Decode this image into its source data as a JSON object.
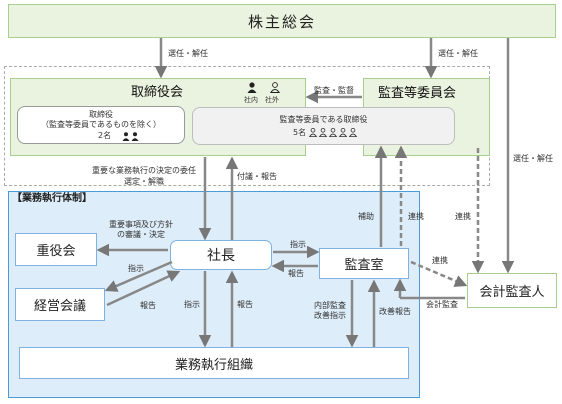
{
  "shareholders": "株主総会",
  "board": {
    "title": "取締役会",
    "icon_label_inside": "社内",
    "icon_label_outside": "社外",
    "directors_line1": "取締役",
    "directors_line2": "（監査等委員であるものを除く）",
    "directors_count": "2名",
    "audit_directors_title": "監査等委員である取締役",
    "audit_directors_count": "5名"
  },
  "audit_committee": "監査等委員会",
  "execution_header": "【業務執行体制】",
  "president": "社長",
  "executive_meeting": "重役会",
  "management_meeting": "経営会議",
  "audit_office": "監査室",
  "execution_org": "業務執行組織",
  "accounting_auditor": "会計監査人",
  "labels": {
    "elect1": "選任・解任",
    "elect2": "選任・解任",
    "elect3": "選任・解任",
    "audit_supervise": "監査・監督",
    "delegation_line1": "重要な業務執行の決定の委任",
    "delegation_line2": "選定・解職",
    "report_board": "付議・報告",
    "policy_line1": "重要事項及び方針",
    "policy_line2": "の審議・決定",
    "instruct_exec": "指示",
    "report_mgmt": "報告",
    "instruct_audit": "指示",
    "report_audit": "報告",
    "instruct_org": "指示",
    "report_org": "報告",
    "assist": "補助",
    "coop1": "連携",
    "coop2": "連携",
    "coop3": "連携",
    "internal_audit_line1": "内部監査",
    "internal_audit_line2": "改善指示",
    "improve_report": "改善報告",
    "accounting_audit": "会計監査"
  }
}
